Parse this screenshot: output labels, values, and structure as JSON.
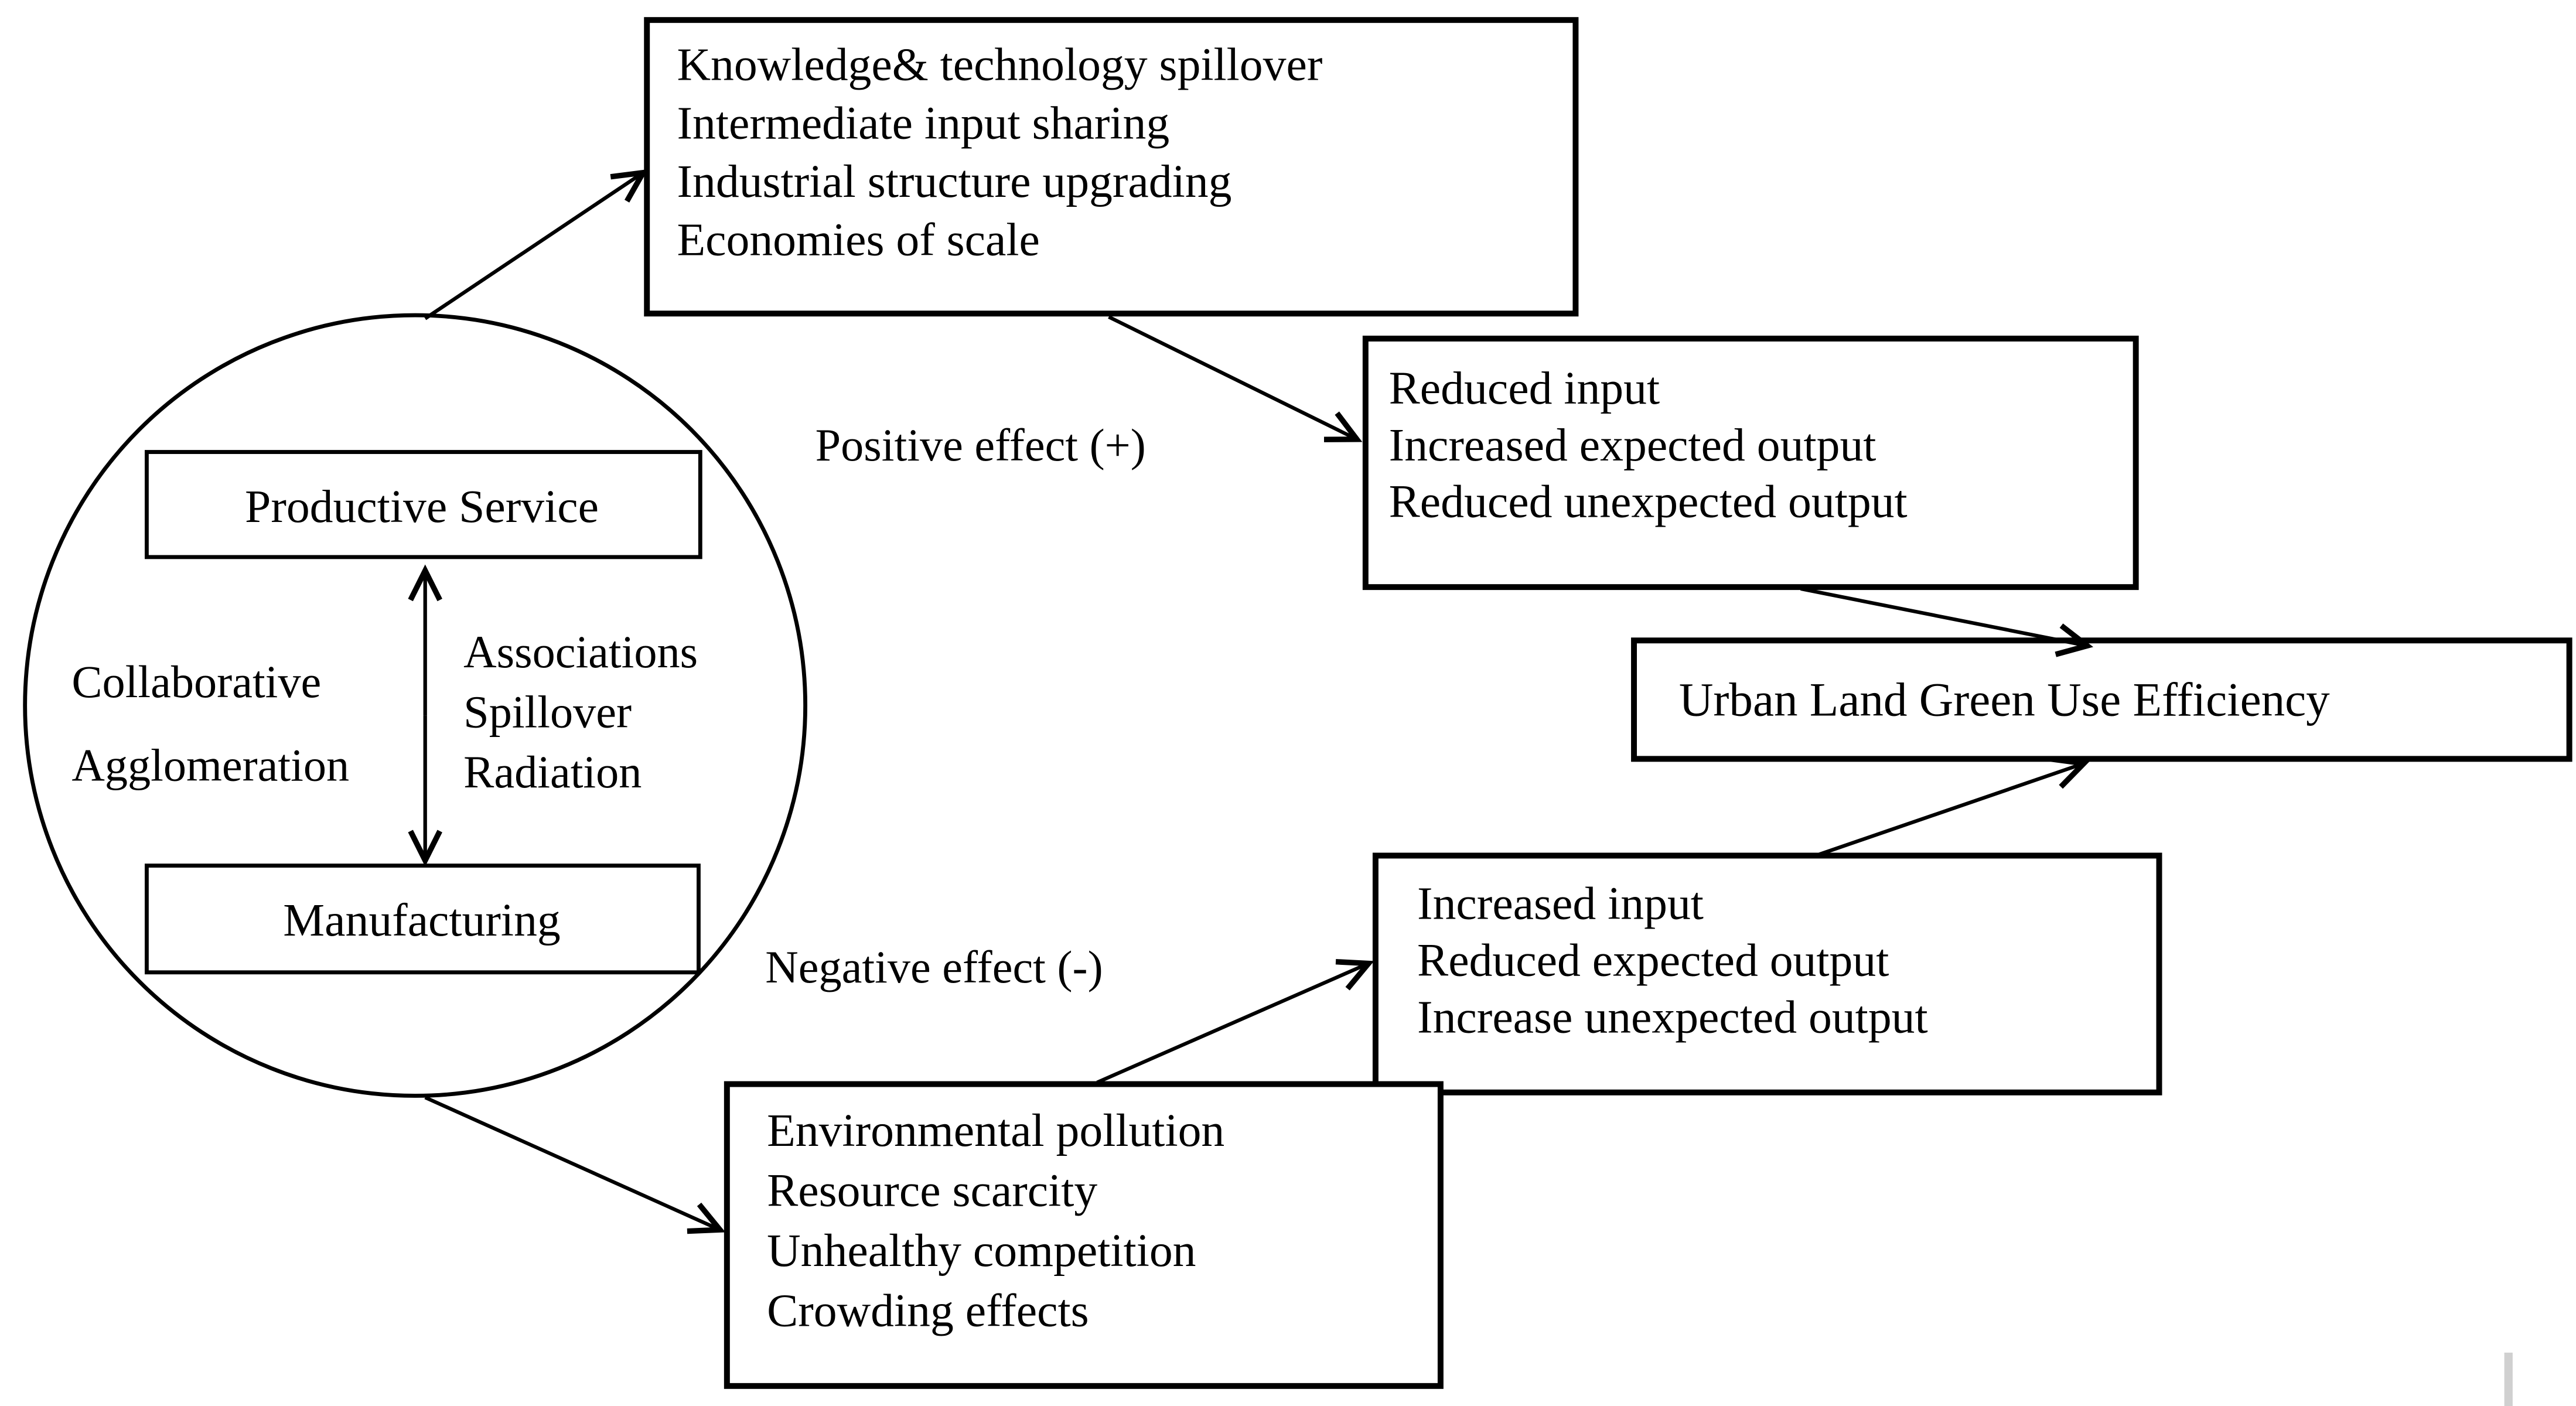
{
  "diagram": {
    "agglomeration_circle": {
      "productive_service_label": "Productive Service",
      "manufacturing_label": "Manufacturing",
      "left_label": {
        "lines": [
          "Collaborative",
          "Agglomeration"
        ]
      },
      "right_label": {
        "lines": [
          "Associations",
          "Spillover",
          "Radiation"
        ]
      }
    },
    "boxes": {
      "positive_mechanisms": {
        "lines": [
          "Knowledge& technology spillover",
          "Intermediate input sharing",
          "Industrial structure upgrading",
          "Economies of scale"
        ]
      },
      "positive_outcomes": {
        "lines": [
          "Reduced input",
          "Increased expected output",
          "Reduced unexpected output"
        ]
      },
      "negative_outcomes": {
        "lines": [
          "Increased input",
          "Reduced expected output",
          "Increase unexpected output"
        ]
      },
      "negative_mechanisms": {
        "lines": [
          "Environmental pollution",
          "Resource scarcity",
          "Unhealthy competition",
          "Crowding effects"
        ]
      },
      "urban_land": {
        "label": "Urban Land Green Use Efficiency"
      }
    },
    "edge_labels": {
      "positive": "Positive effect (+)",
      "negative": "Negative effect (-)"
    },
    "colors": {
      "line": "#000000",
      "background": "#ffffff",
      "artifact": "#d0d0d0"
    }
  }
}
